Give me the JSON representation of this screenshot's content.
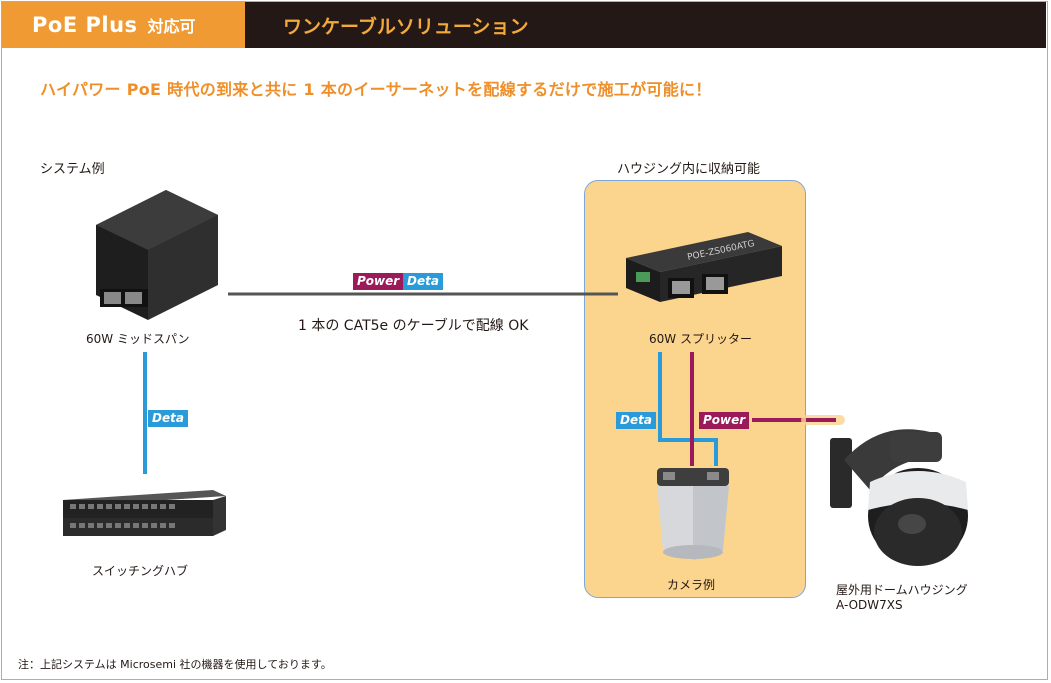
{
  "header": {
    "badge_bold": "PoE Plus",
    "badge_suffix": "対応可",
    "title": "ワンケーブルソリューション"
  },
  "headline": "ハイパワー PoE 時代の到来と共に 1 本のイーサーネットを配線するだけで施工が可能に！",
  "section_label": "システム例",
  "housing_label": "ハウジング内に収納可能",
  "devices": {
    "midspan": "60W ミッドスパン",
    "switch": "スイッチングハブ",
    "splitter": "60W スプリッター",
    "camera": "カメラ例",
    "dome_line1": "屋外用ドームハウジング",
    "dome_line2": "A-ODW7XS",
    "splitter_print": "POE-ZS060ATG"
  },
  "tags": {
    "power": "Power",
    "deta": "Deta"
  },
  "cable_caption": "1 本の CAT5e のケーブルで配線 OK",
  "footnote": "注：上記システムは Microsemi 社の機器を使用しております。",
  "colors": {
    "orange": "#ef9a32",
    "dark": "#231815",
    "power": "#9b1b5a",
    "deta": "#2a9ad8",
    "housing_fill": "#fbd58e"
  }
}
